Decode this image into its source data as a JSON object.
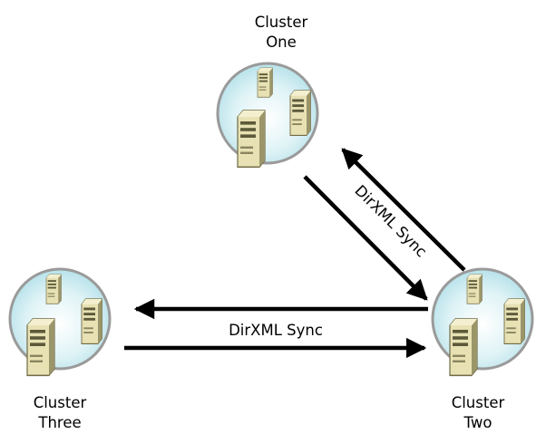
{
  "clusters": {
    "one": {
      "line1": "Cluster",
      "line2": "One"
    },
    "two": {
      "line1": "Cluster",
      "line2": "Two"
    },
    "three": {
      "line1": "Cluster",
      "line2": "Three"
    }
  },
  "links": {
    "one_two": {
      "label": "DirXML Sync"
    },
    "three_two": {
      "label": "DirXML Sync"
    }
  },
  "colors": {
    "circle_fill": "#bfe8ee",
    "circle_stroke": "#9a9a9a",
    "server_body": "#d9d3a6",
    "server_shadow": "#6b6640",
    "arrow": "#000000"
  }
}
